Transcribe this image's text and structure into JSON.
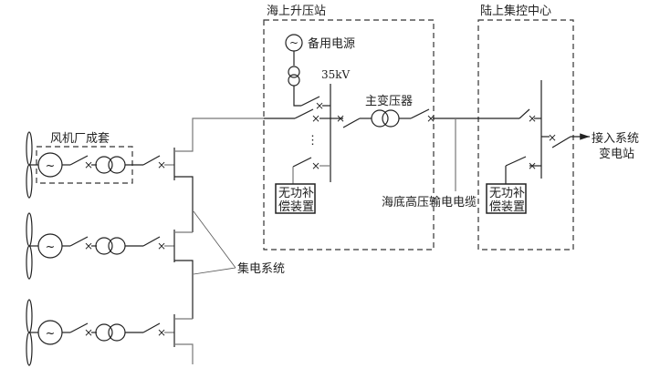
{
  "diagram": {
    "type": "single-line electrical diagram",
    "subject": "Offshore wind farm power transmission system"
  },
  "regions": {
    "wind_turbine_unit": "风机厂成套",
    "offshore_substation": "海上升压站",
    "onshore_control_center": "陆上集控中心"
  },
  "labels": {
    "backup_power": "备用电源",
    "bus_voltage": "35kV",
    "main_transformer": "主变压器",
    "reactive_comp_offshore_line1": "无功补",
    "reactive_comp_offshore_line2": "偿装置",
    "reactive_comp_onshore_line1": "无功补",
    "reactive_comp_onshore_line2": "偿装置",
    "submarine_cable": "海底高压输电电缆",
    "collection_system": "集电系统",
    "grid_connection_line1": "接入系统",
    "grid_connection_line2": "变电站",
    "ellipsis": "⋮"
  },
  "turbines": [
    {
      "id": "turbine-1"
    },
    {
      "id": "turbine-2"
    },
    {
      "id": "turbine-3"
    }
  ],
  "symbols": {
    "generator": "~",
    "breaker": "×"
  }
}
